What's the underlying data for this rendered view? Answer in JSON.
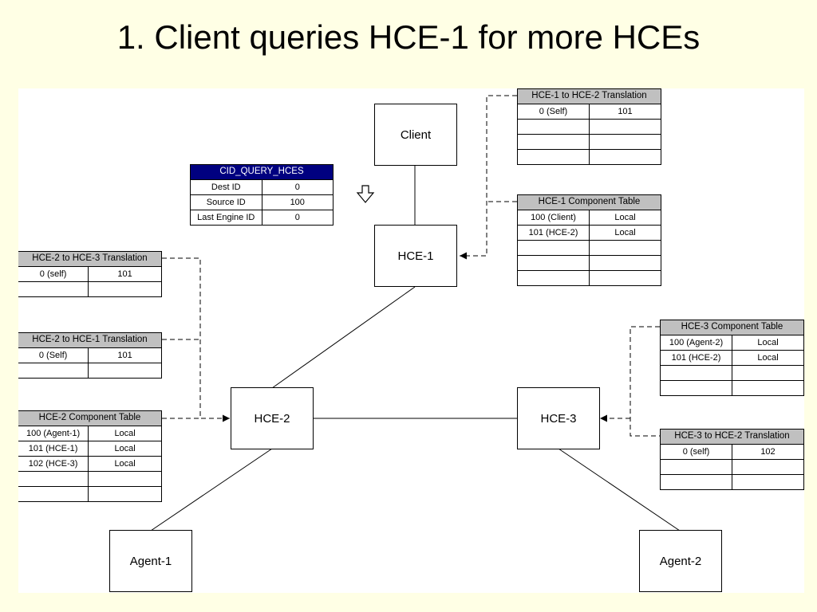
{
  "slide": {
    "title": "1. Client queries HCE-1 for more HCEs"
  },
  "nodes": {
    "client": "Client",
    "hce1": "HCE-1",
    "hce2": "HCE-2",
    "hce3": "HCE-3",
    "agent1": "Agent-1",
    "agent2": "Agent-2"
  },
  "tables": {
    "cid_query": {
      "header": "CID_QUERY_HCES",
      "rows": [
        [
          "Dest ID",
          "0"
        ],
        [
          "Source ID",
          "100"
        ],
        [
          "Last Engine ID",
          "0"
        ]
      ]
    },
    "hce1_to_hce2": {
      "header": "HCE-1 to HCE-2 Translation",
      "rows": [
        [
          "0 (Self)",
          "101"
        ],
        [
          "",
          ""
        ],
        [
          "",
          ""
        ],
        [
          "",
          ""
        ]
      ]
    },
    "hce1_component": {
      "header": "HCE-1 Component Table",
      "rows": [
        [
          "100 (Client)",
          "Local"
        ],
        [
          "101 (HCE-2)",
          "Local"
        ],
        [
          "",
          ""
        ],
        [
          "",
          ""
        ],
        [
          "",
          ""
        ]
      ]
    },
    "hce2_to_hce3": {
      "header": "HCE-2 to HCE-3 Translation",
      "rows": [
        [
          "0 (self)",
          "101"
        ],
        [
          "",
          ""
        ]
      ]
    },
    "hce2_to_hce1": {
      "header": "HCE-2 to HCE-1 Translation",
      "rows": [
        [
          "0 (Self)",
          "101"
        ],
        [
          "",
          ""
        ]
      ]
    },
    "hce2_component": {
      "header": "HCE-2 Component Table",
      "rows": [
        [
          "100 (Agent-1)",
          "Local"
        ],
        [
          "101 (HCE-1)",
          "Local"
        ],
        [
          "102 (HCE-3)",
          "Local"
        ],
        [
          "",
          ""
        ],
        [
          "",
          ""
        ]
      ]
    },
    "hce3_component": {
      "header": "HCE-3 Component Table",
      "rows": [
        [
          "100 (Agent-2)",
          "Local"
        ],
        [
          "101 (HCE-2)",
          "Local"
        ],
        [
          "",
          ""
        ],
        [
          "",
          ""
        ]
      ]
    },
    "hce3_to_hce2": {
      "header": "HCE-3 to HCE-2 Translation",
      "rows": [
        [
          "0 (self)",
          "102"
        ],
        [
          "",
          ""
        ],
        [
          "",
          ""
        ]
      ]
    }
  },
  "colors": {
    "slide_background": "#ffffe5",
    "canvas_background": "#ffffff",
    "table_header_gray": "#c0c0c0",
    "query_header_navy": "#000080"
  }
}
